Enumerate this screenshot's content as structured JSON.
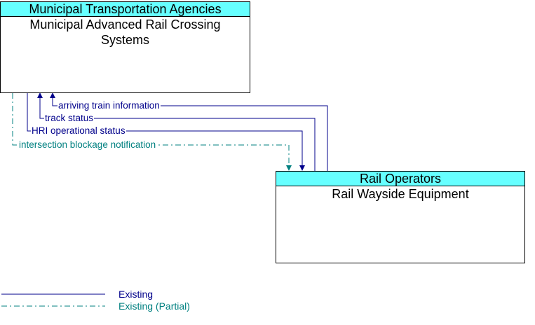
{
  "boxes": {
    "left": {
      "header": "Municipal Transportation Agencies",
      "title": "Municipal Advanced Rail Crossing Systems"
    },
    "right": {
      "header": "Rail Operators",
      "title": "Rail Wayside Equipment"
    }
  },
  "flows": [
    {
      "label": "arriving train information",
      "status": "Existing"
    },
    {
      "label": "track status",
      "status": "Existing"
    },
    {
      "label": "HRI operational status",
      "status": "Existing"
    },
    {
      "label": "intersection blockage notification",
      "status": "Existing (Partial)"
    }
  ],
  "legend": [
    {
      "label": "Existing",
      "color": "#00008b",
      "style": "solid"
    },
    {
      "label": "Existing (Partial)",
      "color": "#008080",
      "style": "dash-dot"
    }
  ],
  "colors": {
    "header": "#66ffff",
    "existing": "#00008b",
    "partial": "#008080"
  }
}
